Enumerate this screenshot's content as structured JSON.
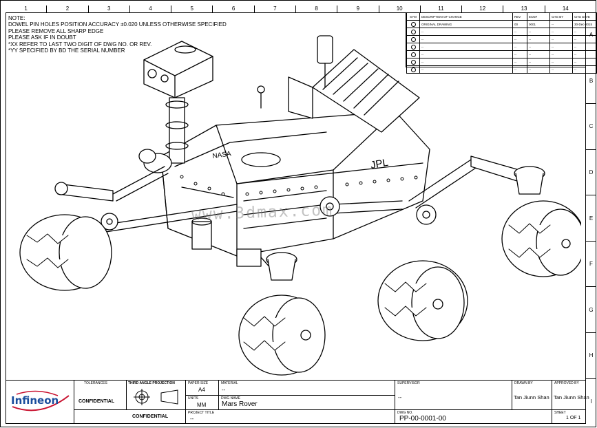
{
  "columns": [
    "1",
    "2",
    "3",
    "4",
    "5",
    "6",
    "7",
    "8",
    "9",
    "10",
    "11",
    "12",
    "13",
    "14"
  ],
  "rows": [
    "A",
    "B",
    "C",
    "D",
    "E",
    "F",
    "G",
    "H",
    "I"
  ],
  "notes": [
    "NOTE:",
    "DOWEL PIN HOLES POSITION ACCURACY ±0.020 UNLESS OTHERWISE SPECIFIED",
    "PLEASE REMOVE ALL SHARP EDGE",
    "PLEASE ASK IF IN DOUBT",
    "*XX REFER TO LAST TWO DIGIT OF DWG NO. OR REV.",
    "*YY SPECIFIED BY BD THE SERIAL NUMBER"
  ],
  "revision_table": {
    "headers": [
      "SYM",
      "DESCRIPTION OF CHANGE",
      "REV",
      "ECN#",
      "CHG BY",
      "CHG DATE"
    ],
    "rows": [
      [
        "ORIGINAL DRAWING",
        "00",
        "0001",
        "--",
        "30-Dec-2015"
      ],
      [
        "--",
        "--",
        "--",
        "--",
        "--"
      ],
      [
        "--",
        "--",
        "--",
        "--",
        "--"
      ],
      [
        "--",
        "--",
        "--",
        "--",
        "--"
      ],
      [
        "--",
        "--",
        "--",
        "--",
        "--"
      ],
      [
        "--",
        "--",
        "--",
        "--",
        "--"
      ],
      [
        "--",
        "--",
        "--",
        "--",
        "--"
      ]
    ]
  },
  "watermark": "www.3dmax.com",
  "rover_labels": {
    "jpl": "JPL",
    "nasa": "NASA"
  },
  "title_block": {
    "logo": "Infineon",
    "tolerances_label": "TOLERANCES",
    "tolerances_value": "CONFIDENTIAL",
    "projection_label": "THIRD ANGLE PROJECTION",
    "confidential": "CONFIDENTIAL",
    "paper_size_label": "PAPER SIZE",
    "paper_size": "A4",
    "units_label": "UNITS",
    "units": "MM",
    "material_label": "MATERIAL",
    "material": "--",
    "dwg_name_label": "DWG NAME",
    "dwg_name": "Mars Rover",
    "project_title_label": "PROJECT TITLE",
    "project_title": "--",
    "supervisor_label": "SUPERVISOR",
    "supervisor": "--",
    "dwg_no_label": "DWG NO.",
    "dwg_no": "PP-00-0001-00",
    "drawn_by_label": "DRAWN BY",
    "drawn_by": "Tan Jiunn Shan",
    "approved_by_label": "APPROVED BY",
    "approved_by": "Tan Jiunn Shan",
    "sheet_label": "SHEET",
    "sheet": "1 OF 1"
  }
}
